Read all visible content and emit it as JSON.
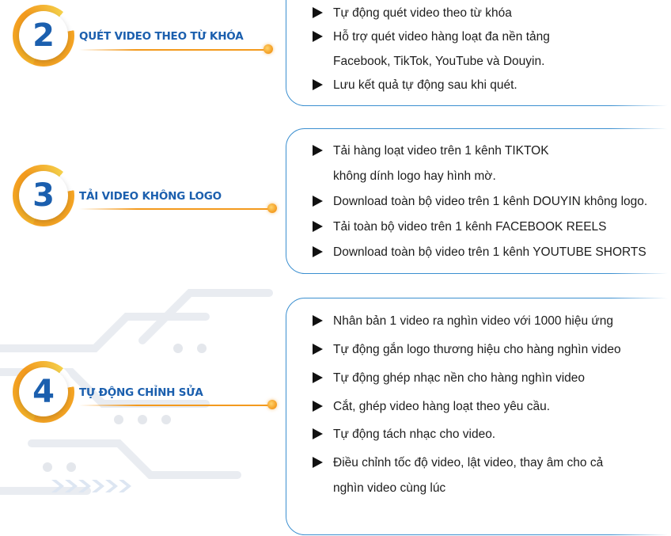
{
  "colors": {
    "primary_blue": "#1b5fae",
    "accent_orange": "#f39a1e",
    "panel_border": "#3b8fd0"
  },
  "steps": [
    {
      "number": "2",
      "title": "QUÉT VIDEO THEO TỪ KHÓA",
      "items": [
        {
          "text": "Tự động quét video theo từ khóa"
        },
        {
          "text": "Hỗ trợ quét video hàng loạt đa nền tảng"
        },
        {
          "text": "Facebook, TikTok, YouTube và Douyin."
        },
        {
          "text": "Lưu kết quả tự động sau khi quét."
        }
      ]
    },
    {
      "number": "3",
      "title": "TẢI VIDEO KHÔNG LOGO",
      "items": [
        {
          "text": "Tải hàng loạt video trên 1 kênh TIKTOK"
        },
        {
          "text": "không dính logo hay hình mờ."
        },
        {
          "text": "Download toàn bộ video trên 1 kênh DOUYIN không logo."
        },
        {
          "text": "Tải toàn bộ video trên 1 kênh FACEBOOK REELS"
        },
        {
          "text": "Download toàn bộ video trên 1 kênh YOUTUBE SHORTS"
        }
      ]
    },
    {
      "number": "4",
      "title": "TỰ ĐỘNG CHỈNH SỬA",
      "items": [
        {
          "text": "Nhân bản 1 video ra nghìn video với 1000 hiệu ứng"
        },
        {
          "text": "Tự động gắn logo thương hiệu cho hàng nghìn video"
        },
        {
          "text": "Tự động ghép nhạc nền cho hàng nghìn video"
        },
        {
          "text": "Cắt, ghép video hàng loạt theo yêu cầu."
        },
        {
          "text": "Tự động tách nhạc cho video."
        },
        {
          "text": "Điều chỉnh tốc độ video, lật video, thay âm cho cả"
        },
        {
          "text": "nghìn video cùng lúc"
        }
      ]
    }
  ]
}
